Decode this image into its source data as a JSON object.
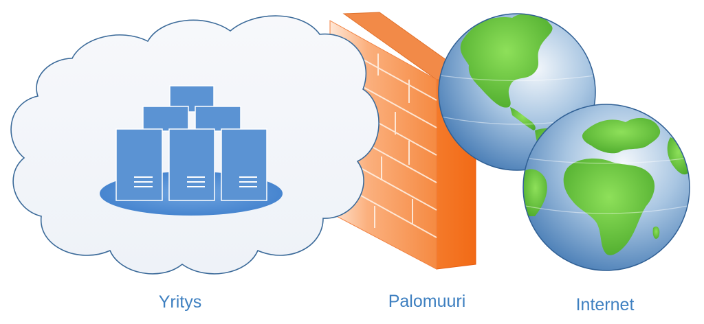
{
  "diagram": {
    "labels": {
      "company": "Yritys",
      "firewall": "Palomuuri",
      "internet": "Internet"
    },
    "colors": {
      "label_text": "#3d7fc0",
      "cloud_fill": "#f4f6fa",
      "cloud_stroke": "#3b6a99",
      "server_fill": "#5b93d3",
      "server_stroke": "#ffffff",
      "server_base": "#4a86cf",
      "wall_front": "#f79a5c",
      "wall_side": "#f36a1c",
      "wall_top": "#f58a45",
      "ocean": "#4f86bf",
      "land": "#67c43a"
    },
    "icons": [
      "cloud-icon",
      "server-cluster-icon",
      "firewall-icon",
      "globe-icon"
    ]
  }
}
